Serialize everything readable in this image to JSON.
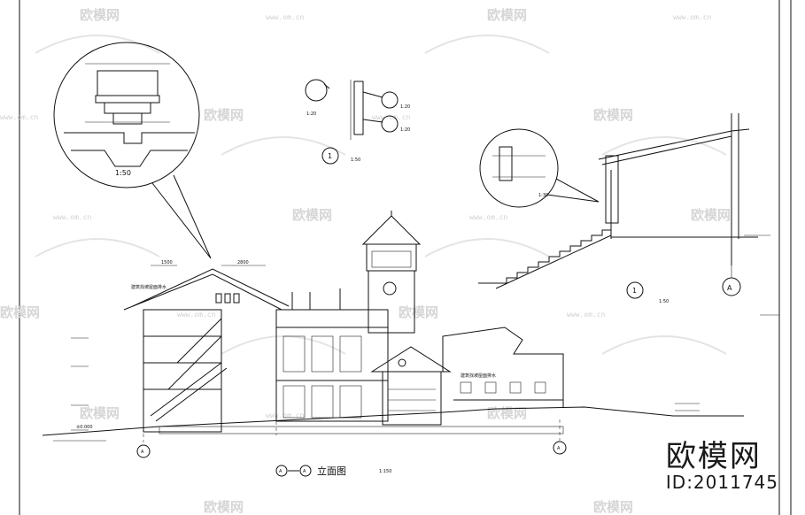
{
  "drawing": {
    "title": "立面图",
    "section_from": "A",
    "section_to": "A",
    "main_scale": "1:150",
    "grid_axis_label": "A",
    "grid_axis_label_right": "A"
  },
  "details": {
    "eave_detail_scale": "1:50",
    "small_detail_scale_a": "1:20",
    "small_detail_scale_b": "1:20",
    "small_detail_scale_c": "1:20",
    "small_detail_index": "1",
    "small_detail_index_scale": "1:50",
    "canopy_detail_scale": "1:30",
    "stair_detail_index": "1",
    "stair_detail_scale": "1:50",
    "stair_axis": "A"
  },
  "annotations": {
    "slope_note_left": "建筑找坡屋面排水",
    "slope_note_right": "建筑找坡屋面排水",
    "level_ground": "±0.000",
    "dim_top_left": "1500",
    "dim_top_right": "2800"
  },
  "watermark": {
    "brand_text": "欧模网",
    "url_text": "www.om.cn"
  },
  "brand": {
    "logo": "欧模网",
    "id": "ID:2011745"
  }
}
